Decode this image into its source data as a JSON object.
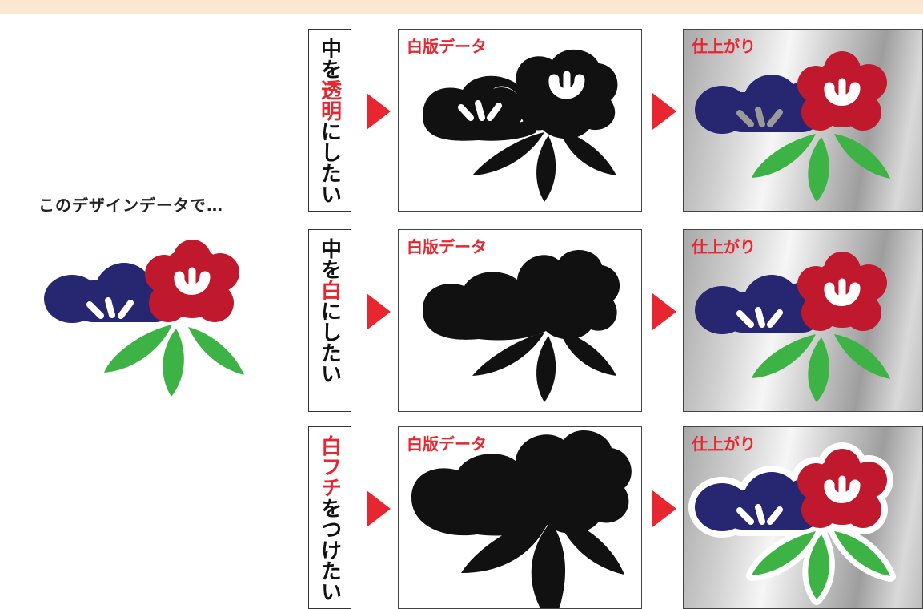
{
  "intro_text": "このデザインデータで…",
  "rows": [
    {
      "label_parts": [
        {
          "text": "中を",
          "highlight": false
        },
        {
          "text": "透明",
          "highlight": true
        },
        {
          "text": "にしたい",
          "highlight": false
        }
      ]
    },
    {
      "label_parts": [
        {
          "text": "中を",
          "highlight": false
        },
        {
          "text": "白",
          "highlight": true
        },
        {
          "text": "にしたい",
          "highlight": false
        }
      ]
    },
    {
      "label_parts": [
        {
          "text": "白フチ",
          "highlight": true
        },
        {
          "text": "をつけたい",
          "highlight": false
        }
      ]
    }
  ],
  "white_data_title": "白版データ",
  "result_title": "仕上がり",
  "colors": {
    "navy": "#262671",
    "red": "#c0192e",
    "green": "#3db346",
    "accent": "#e8262f",
    "black": "#111111",
    "band": "#fde7d3"
  }
}
